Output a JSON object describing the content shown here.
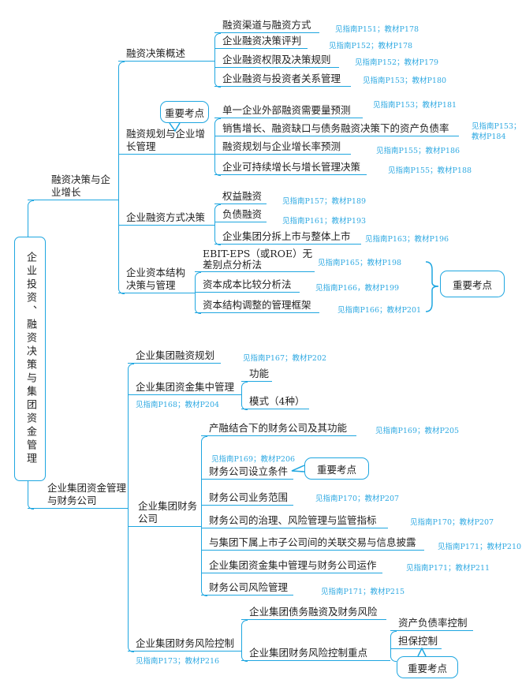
{
  "root": {
    "label": "企业投资、融资决策与集团资金管理"
  },
  "branch1": {
    "label": "融资决策与企业增长",
    "overview": {
      "label": "融资决策概述",
      "items": [
        {
          "text": "融资渠道与融资方式",
          "ref": "见指南P151；教材P178"
        },
        {
          "text": "企业融资决策评判",
          "ref": "见指南P152；教材P178"
        },
        {
          "text": "企业融资权限及决策规则",
          "ref": "见指南P152；教材P179"
        },
        {
          "text": "企业融资与投资者关系管理",
          "ref": "见指南P153；教材P180"
        }
      ]
    },
    "planning": {
      "label": "融资规划与企业增长管理",
      "badge": "重要考点",
      "items": [
        {
          "text": "单一企业外部融资需要量预测",
          "ref": "见指南P153；教材P181"
        },
        {
          "text": "销售增长、融资缺口与债务融资决策下的资产负债率",
          "ref": "见指南P153；",
          "ref2": "教材P184"
        },
        {
          "text": "融资规划与企业增长率预测",
          "ref": "见指南P155；教材P186"
        },
        {
          "text": "企业可持续增长与增长管理决策",
          "ref": "见指南P155；教材P188"
        }
      ]
    },
    "methods": {
      "label": "企业融资方式决策",
      "items": [
        {
          "text": "权益融资",
          "ref": "见指南P157；教材P189"
        },
        {
          "text": "负债融资",
          "ref": "见指南P161；教材P193"
        },
        {
          "text": "企业集团分拆上市与整体上市",
          "ref": "见指南P163；教材P196"
        }
      ]
    },
    "capital": {
      "label": "企业资本结构决策与管理",
      "badge": "重要考点",
      "items": [
        {
          "text": "EBIT-EPS（或ROE）无差别点分析法",
          "ref": "见指南P165；教材P198"
        },
        {
          "text": "资本成本比较分析法",
          "ref": "见指南P166，教材P199"
        },
        {
          "text": "资本结构调整的管理框架",
          "ref": "见指南P166；教材P201"
        }
      ]
    }
  },
  "branch2": {
    "label": "企业集团资金管理与财务公司",
    "financing_plan": {
      "label": "企业集团融资规划",
      "ref": "见指南P167；教材P202"
    },
    "centralized": {
      "label": "企业集团资金集中管理",
      "ref": "见指南P168；教材P204",
      "items": [
        "功能",
        "模式（4种）"
      ]
    },
    "finance_company": {
      "label": "企业集团财务公司",
      "badge": "重要考点",
      "items": [
        {
          "text": "产融结合下的财务公司及其功能",
          "ref": "见指南P169；教材P205"
        },
        {
          "text": "财务公司设立条件",
          "ref": "见指南P169；教材P206"
        },
        {
          "text": "财务公司业务范围",
          "ref": "见指南P170；教材P207"
        },
        {
          "text": "财务公司的治理、风险管理与监管指标",
          "ref": "见指南P170；教材P207"
        },
        {
          "text": "与集团下属上市子公司间的关联交易与信息披露",
          "ref": "见指南P171；教材P210"
        },
        {
          "text": "企业集团资金集中管理与财务公司运作",
          "ref": "见指南P171；教材P211"
        },
        {
          "text": "财务公司风险管理",
          "ref": "见指南P171；教材P215"
        }
      ]
    },
    "risk": {
      "label": "企业集团财务风险控制",
      "ref": "见指南P173；教材P216",
      "items": [
        {
          "text": "企业集团债务融资及财务风险"
        },
        {
          "text": "企业集团财务风险控制重点",
          "badge": "重要考点",
          "items": [
            "资产负债率控制",
            "担保控制"
          ]
        }
      ]
    }
  }
}
